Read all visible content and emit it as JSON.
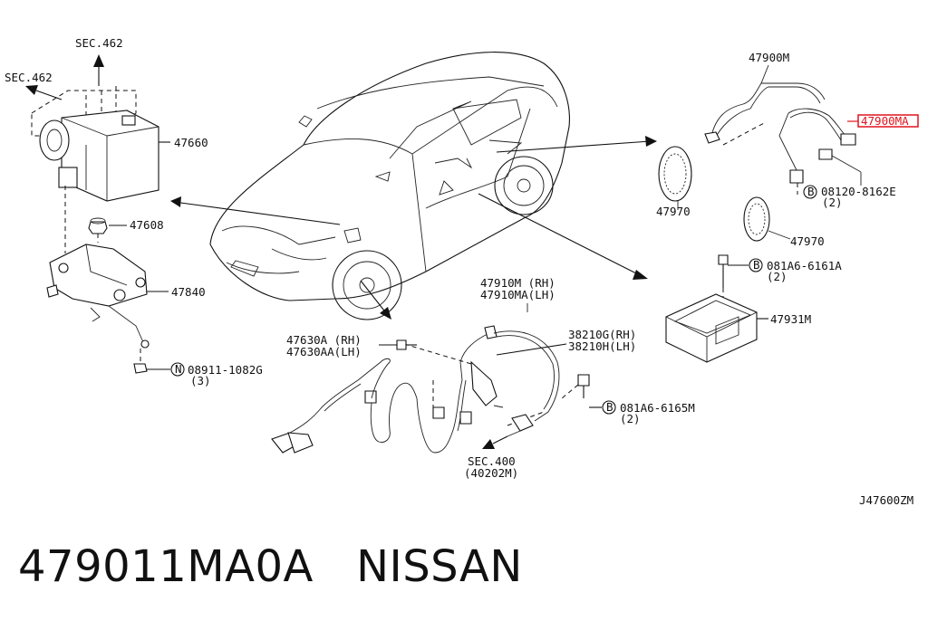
{
  "diagram": {
    "code": "J47600ZM",
    "labels": {
      "sec462_top": "SEC.462",
      "sec462_left": "SEC.462",
      "p47660": "47660",
      "p47608": "47608",
      "p47840": "47840",
      "p08911": "08911-1082G",
      "p08911_qty": "(3)",
      "p47900m": "47900M",
      "p47900ma": "47900MA",
      "p08120": "08120-8162E",
      "p08120_qty": "(2)",
      "p47970_left": "47970",
      "p47970_right": "47970",
      "p081a6_6161": "081A6-6161A",
      "p081a6_6161_qty": "(2)",
      "p47931m": "47931M",
      "p47910m": "47910M  (RH)",
      "p47910ma": "47910MA(LH)",
      "p47630a": "47630A  (RH)",
      "p47630aa": "47630AA(LH)",
      "p38210g": "38210G(RH)",
      "p38210h": "38210H(LH)",
      "p081a6_6165": "081A6-6165M",
      "p081a6_6165_qty": "(2)",
      "sec400": "SEC.400",
      "sec400_sub": "(40202M)",
      "circle_n": "N",
      "circle_b1": "B",
      "circle_b2": "B",
      "circle_b3": "B"
    },
    "highlight_color": "#e0141e"
  },
  "footer": {
    "part_number": "479011MA0A",
    "brand": "NISSAN"
  }
}
